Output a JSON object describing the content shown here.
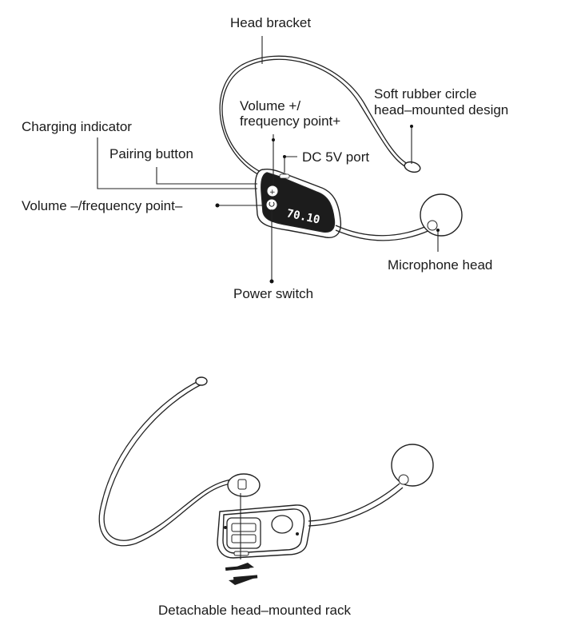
{
  "labels": {
    "head_bracket": "Head bracket",
    "soft_rubber_line1": "Soft rubber circle",
    "soft_rubber_line2": "head–mounted design",
    "volume_plus_line1": "Volume +/",
    "volume_plus_line2": "frequency point+",
    "charging_indicator": "Charging indicator",
    "pairing_button": "Pairing button",
    "dc_port": "DC 5V port",
    "volume_minus": "Volume –/frequency point–",
    "microphone_head": "Microphone head",
    "power_switch": "Power switch",
    "detachable_caption": "Detachable head–mounted rack"
  },
  "device": {
    "display_text": "70.10"
  },
  "colors": {
    "ink": "#1c1c1c",
    "background": "#ffffff"
  }
}
